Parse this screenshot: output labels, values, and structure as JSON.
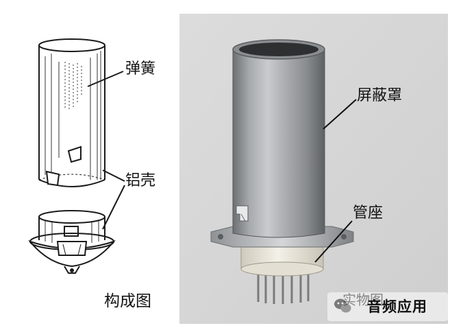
{
  "labels": {
    "spring": "弹簧",
    "aluminum_shell": "铝壳",
    "shield_cover": "屏蔽罩",
    "tube_socket": "管座",
    "structure_diagram": "构成图",
    "photo_caption": "实物图"
  },
  "watermark": {
    "text": "音频应用",
    "icon": "wechat-icon"
  },
  "colors": {
    "photo_background": "#d9d9d9",
    "can_metal": "#a9abae",
    "socket_ceramic": "#ece8dc",
    "ink": "#111111"
  }
}
